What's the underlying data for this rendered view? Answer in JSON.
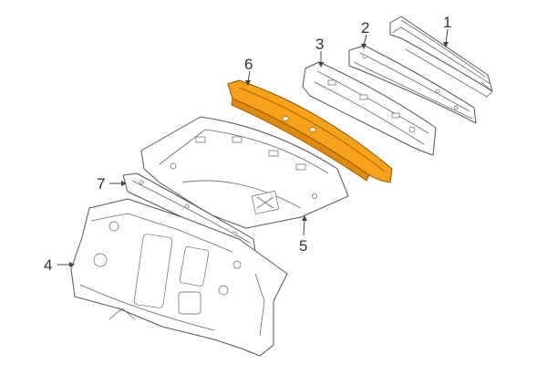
{
  "callouts": {
    "part_1": "1",
    "part_2": "2",
    "part_3": "3",
    "part_4": "4",
    "part_5": "5",
    "part_6": "6",
    "part_7": "7"
  },
  "colors": {
    "highlight": "#F7A21B",
    "highlight_dark": "#E08A0C",
    "outline": "#555555",
    "label": "#333333"
  }
}
